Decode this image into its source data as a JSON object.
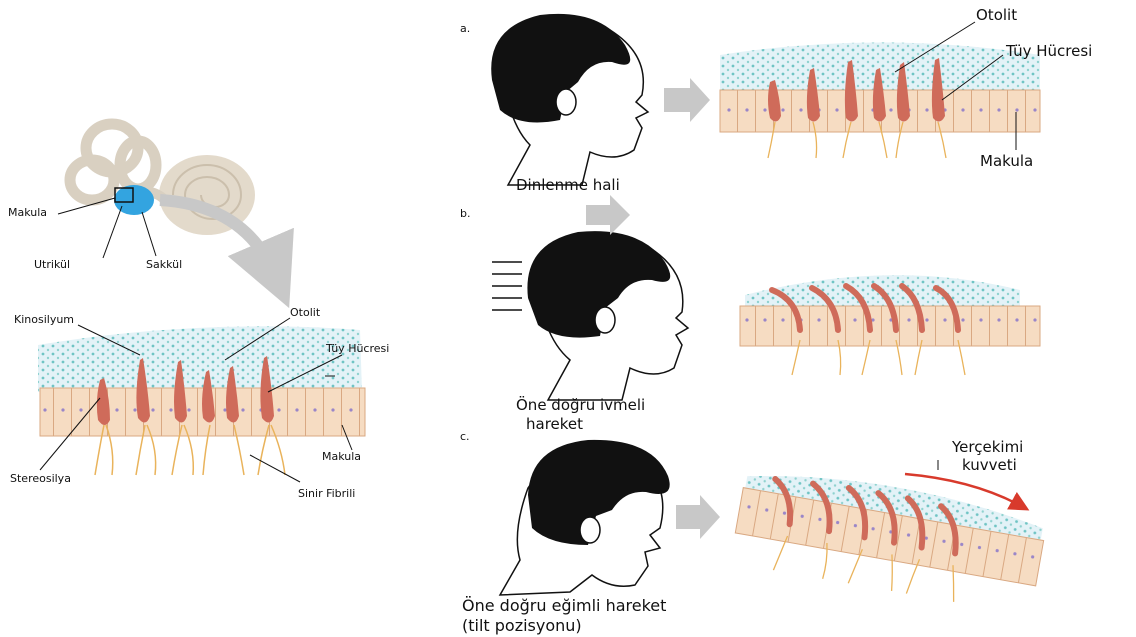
{
  "left_panel": {
    "ear_labels": {
      "makula": "Makula",
      "utrikul": "Utrikül",
      "sakkul": "Sakkül"
    },
    "detail_labels": {
      "kinosilyum": "Kinosilyum",
      "otolit": "Otolit",
      "tuy_hucresi": "Tüy Hücresi",
      "makula": "Makula",
      "stereosilya": "Stereosilya",
      "sinir_fibrili": "Sinir Fibrili"
    }
  },
  "panel_a": {
    "letter": "a.",
    "caption": "Dinlenme hali",
    "labels": {
      "otolit": "Otolit",
      "tuy_hucresi": "Tüy Hücresi",
      "makula": "Makula"
    }
  },
  "panel_b": {
    "letter": "b.",
    "caption_line1": "Öne doğru ivmeli",
    "caption_line2": "hareket"
  },
  "panel_c": {
    "letter": "c.",
    "caption_line1": "Öne doğru eğimli hareket",
    "caption_line2": "(tilt pozisyonu)",
    "gravity_line1": "Yerçekimi",
    "gravity_line2": "kuvveti"
  },
  "colors": {
    "otolith_dots": "#6fc4c4",
    "membrane": "#d6ecf4",
    "hair_cell": "#cf6b5a",
    "epithelium": "#f6dcc2",
    "nerve_fiber": "#e9b35b",
    "utricle_blue": "#33a4e0",
    "ear_bone": "#d9d0c1",
    "gravity_arrow": "#d83a2c",
    "head_arrow": "#c8c8c8"
  }
}
